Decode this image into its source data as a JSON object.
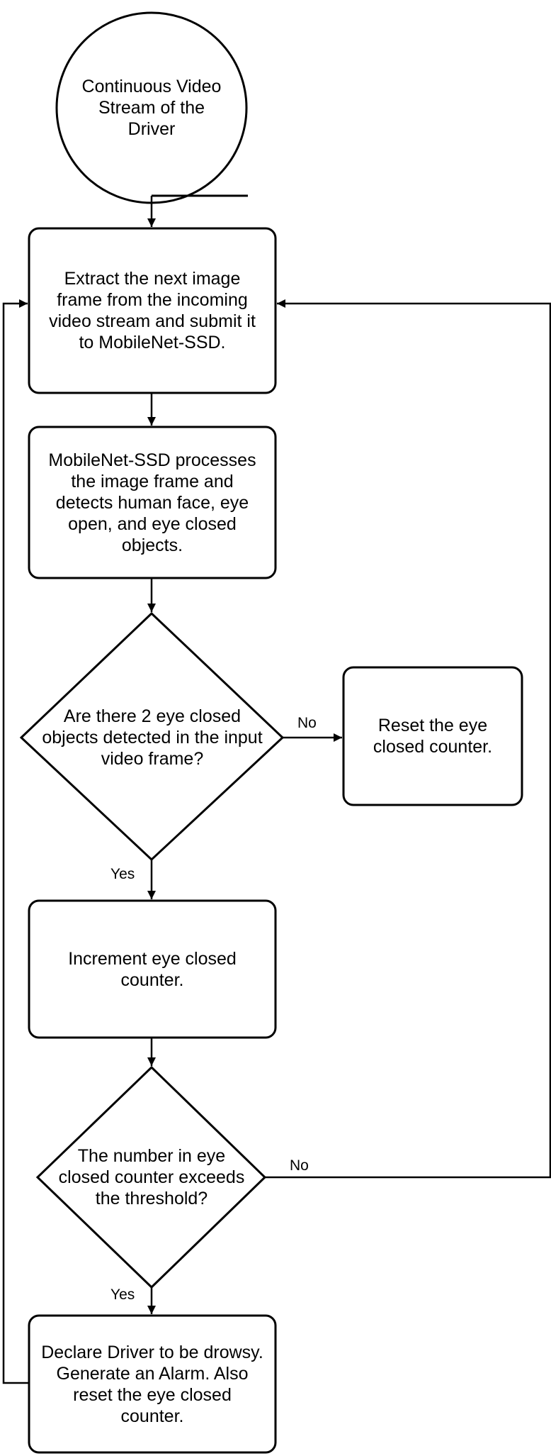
{
  "diagram": {
    "nodes": {
      "start": {
        "shape": "circle",
        "text": "Continuous Video\nStream of the Driver"
      },
      "extract": {
        "shape": "rounded-rect",
        "text": "Extract the next image\nframe from the incoming\nvideo stream and submit it\nto MobileNet-SSD."
      },
      "process": {
        "shape": "rounded-rect",
        "text": "MobileNet-SSD processes\nthe image frame and\ndetects human face, eye\nopen, and eye closed\nobjects."
      },
      "decision_eyes": {
        "shape": "diamond",
        "text": "Are there 2 eye closed\nobjects detected in the input\nvideo frame?"
      },
      "reset": {
        "shape": "rounded-rect",
        "text": "Reset the eye\nclosed counter."
      },
      "increment": {
        "shape": "rounded-rect",
        "text": "Increment eye closed\ncounter."
      },
      "decision_threshold": {
        "shape": "diamond",
        "text": "The number in eye\nclosed counter exceeds\nthe threshold?"
      },
      "alarm": {
        "shape": "rounded-rect",
        "text": "Declare Driver to be drowsy.\nGenerate an Alarm. Also\nreset the eye closed\ncounter."
      }
    },
    "edges": {
      "start_to_extract": {
        "from": "start",
        "to": "extract",
        "label": ""
      },
      "extract_to_process": {
        "from": "extract",
        "to": "process",
        "label": ""
      },
      "process_to_decision": {
        "from": "process",
        "to": "decision_eyes",
        "label": ""
      },
      "decision_no": {
        "from": "decision_eyes",
        "to": "reset",
        "label": "No"
      },
      "decision_yes": {
        "from": "decision_eyes",
        "to": "increment",
        "label": "Yes"
      },
      "increment_to_threshold": {
        "from": "increment",
        "to": "decision_threshold",
        "label": ""
      },
      "threshold_no": {
        "from": "decision_threshold",
        "to": "extract",
        "label": "No"
      },
      "threshold_yes": {
        "from": "decision_threshold",
        "to": "alarm",
        "label": "Yes"
      },
      "alarm_loop": {
        "from": "alarm",
        "to": "extract",
        "label": ""
      }
    }
  }
}
